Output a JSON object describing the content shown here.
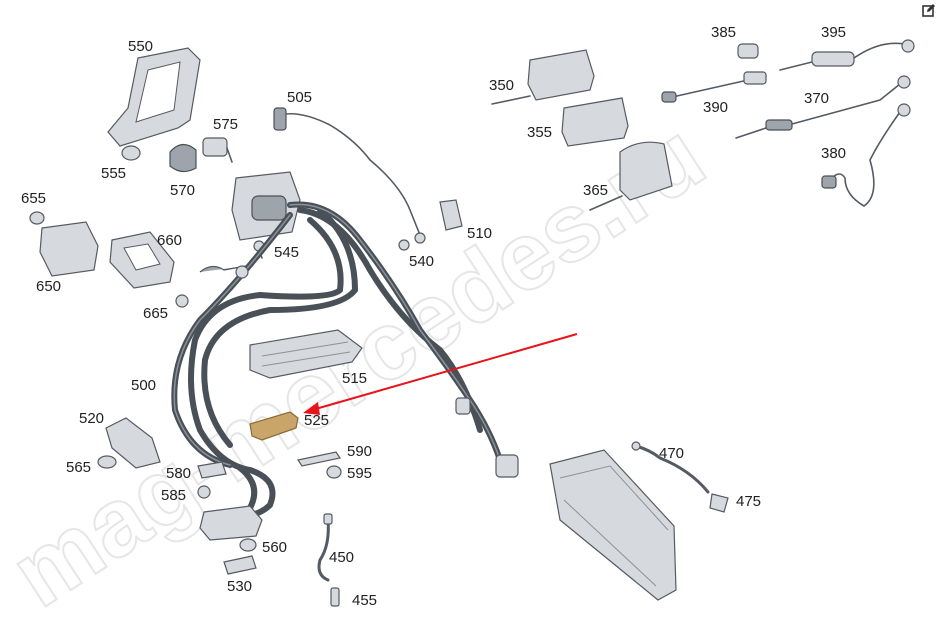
{
  "labels": {
    "l550": "550",
    "l555": "555",
    "l570": "570",
    "l575": "575",
    "l505": "505",
    "l510": "510",
    "l540": "540",
    "l545": "545",
    "l655": "655",
    "l650": "650",
    "l660": "660",
    "l665": "665",
    "l500": "500",
    "l515": "515",
    "l520": "520",
    "l525": "525",
    "l565": "565",
    "l580": "580",
    "l585": "585",
    "l590": "590",
    "l595": "595",
    "l560": "560",
    "l530": "530",
    "l450": "450",
    "l455": "455",
    "l350": "350",
    "l355": "355",
    "l365": "365",
    "l385": "385",
    "l390": "390",
    "l395": "395",
    "l370": "370",
    "l380": "380",
    "l470": "470",
    "l475": "475"
  },
  "watermark": "mag-mercedes.ru",
  "highlight": {
    "part": "525",
    "arrow_color": "#e8141b",
    "part_color": "#c9a56a"
  },
  "icons": {
    "edit": "edit-icon"
  }
}
